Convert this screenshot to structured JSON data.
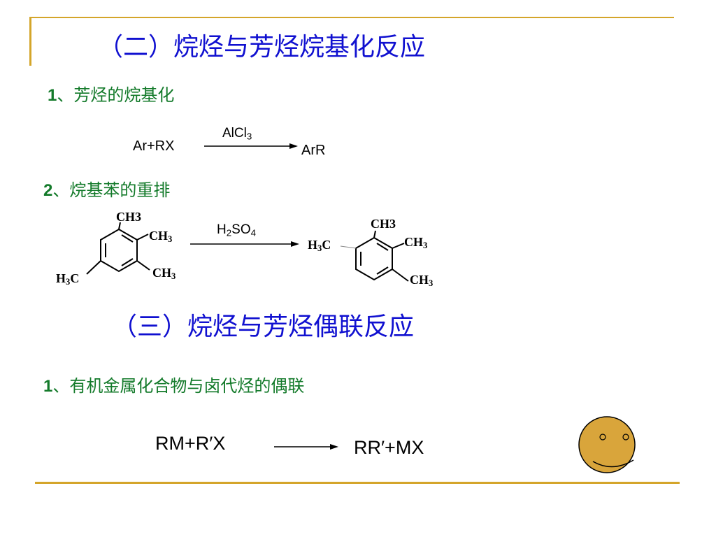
{
  "section2": {
    "title": "（二）烷烃与芳烃烷基化反应"
  },
  "item1": {
    "number": "1",
    "text": "、芳烃的烷基化"
  },
  "rxn1": {
    "reactant": "Ar+RX",
    "catalyst_main": "AlCl",
    "catalyst_sub": "3",
    "product": "ArR"
  },
  "item2": {
    "number": "2",
    "text": "、烷基苯的重排"
  },
  "rxn2": {
    "left": {
      "ch3_top_main": "CH",
      "ch3_top_num": "3",
      "ch3_right1_main": "CH",
      "ch3_right1_sub": "3",
      "ch3_right2_main": "CH",
      "ch3_right2_sub": "3",
      "h3c_main": "H",
      "h3c_sub": "3",
      "h3c_tail": "C"
    },
    "reagent_h": "H",
    "reagent_sub1": "2",
    "reagent_mid": "SO",
    "reagent_sub2": "4",
    "right": {
      "ch3_top_main": "CH",
      "ch3_top_num": "3",
      "ch3_right1_main": "CH",
      "ch3_right1_sub": "3",
      "ch3_right2_main": "CH",
      "ch3_right2_sub": "3",
      "h3c_main": "H",
      "h3c_sub": "3",
      "h3c_tail": "C"
    }
  },
  "section3": {
    "title": "（三）烷烃与芳烃偶联反应"
  },
  "item3": {
    "number": "1",
    "text": "、有机金属化合物与卤代烃的偶联"
  },
  "rxn3": {
    "reactant": "RM+R′X",
    "product": "RR′+MX"
  },
  "colors": {
    "heading": "#1010d0",
    "subheading": "#137a2a",
    "accent_line": "#d4a52a",
    "smiley_fill": "#d9a53b"
  },
  "icons": {
    "smiley": "smiley-face-icon"
  }
}
